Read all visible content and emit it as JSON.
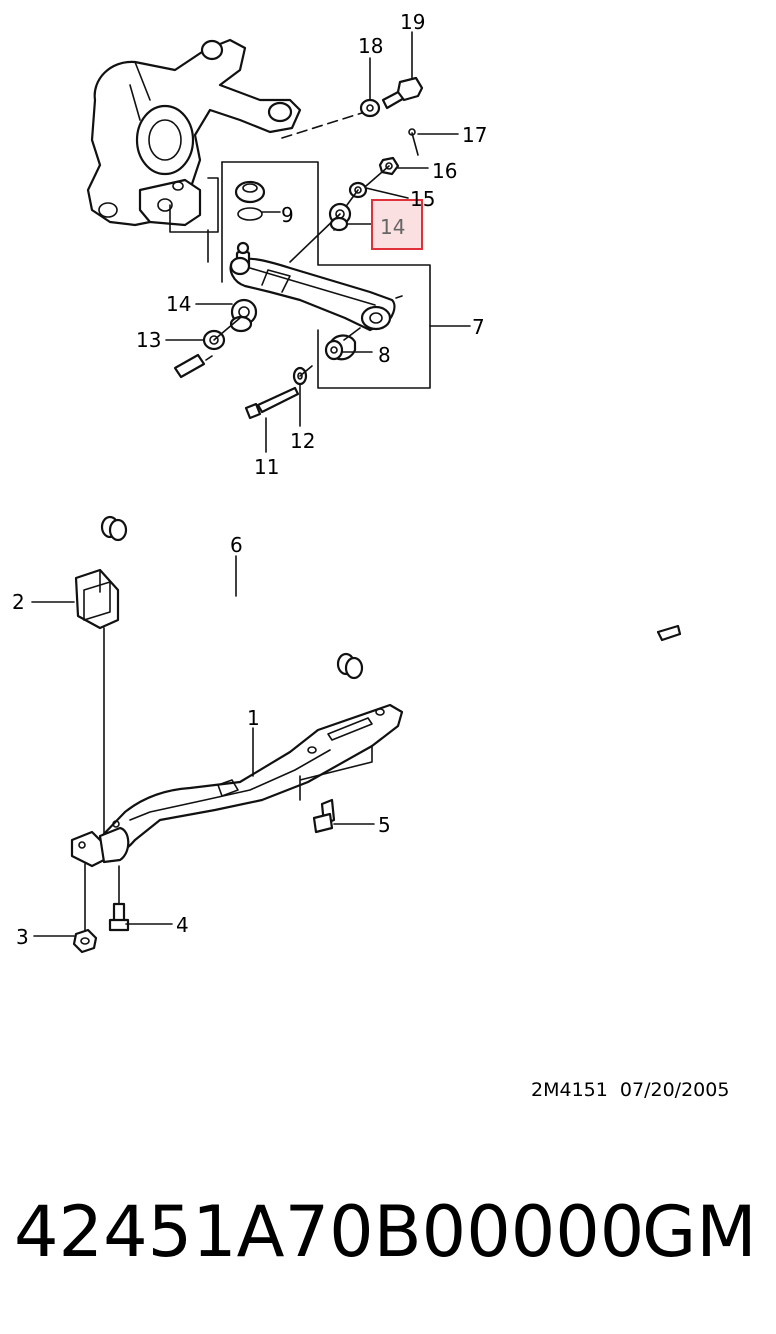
{
  "diagram": {
    "callouts": [
      {
        "id": "c1",
        "label": "1"
      },
      {
        "id": "c2",
        "label": "2"
      },
      {
        "id": "c3",
        "label": "3"
      },
      {
        "id": "c4",
        "label": "4"
      },
      {
        "id": "c5",
        "label": "5"
      },
      {
        "id": "c6",
        "label": "6"
      },
      {
        "id": "c7",
        "label": "7"
      },
      {
        "id": "c8",
        "label": "8"
      },
      {
        "id": "c9",
        "label": "9"
      },
      {
        "id": "c11",
        "label": "11"
      },
      {
        "id": "c12",
        "label": "12"
      },
      {
        "id": "c13",
        "label": "13"
      },
      {
        "id": "c14a",
        "label": "14"
      },
      {
        "id": "c14b",
        "label": "14"
      },
      {
        "id": "c15",
        "label": "15"
      },
      {
        "id": "c16",
        "label": "16"
      },
      {
        "id": "c17",
        "label": "17"
      },
      {
        "id": "c18",
        "label": "18"
      },
      {
        "id": "c19",
        "label": "19"
      }
    ],
    "highlight_color": "#e0303a",
    "highlight_fill": "#fbe0e2",
    "caption": "2M4151  07/20/2005",
    "part_number": "42451A70B00000",
    "brand": "GM"
  }
}
